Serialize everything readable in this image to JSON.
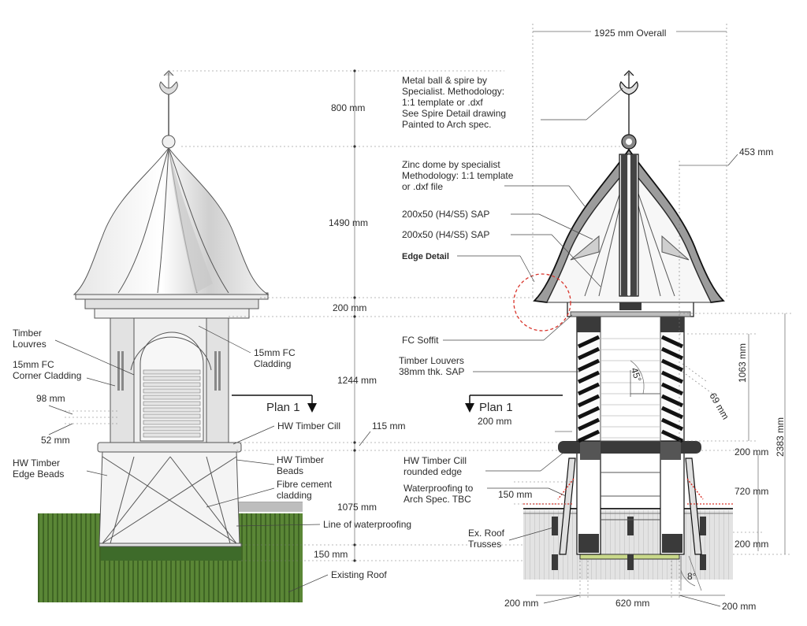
{
  "labels": {
    "timber_louvres": [
      "Timber",
      "Louvres"
    ],
    "fc_cladding_15": [
      "15mm FC",
      "Cladding"
    ],
    "fc_corner_cladding": [
      "15mm FC",
      "Corner Cladding"
    ],
    "dim_98": "98 mm",
    "dim_52": "52 mm",
    "plan_left": "Plan 1",
    "plan_right": "Plan 1",
    "hw_cill": "HW Timber Cill",
    "hw_edge_beads": [
      "HW Timber",
      "Edge Beads"
    ],
    "hw_beads": [
      "HW Timber",
      "Beads"
    ],
    "fibre_cement": [
      "Fibre cement",
      "cladding"
    ],
    "line_waterproofing": "Line of waterproofing",
    "existing_roof": "Existing Roof",
    "h_800": "800 mm",
    "h_1490": "1490 mm",
    "h_200": "200 mm",
    "h_1244": "1244 mm",
    "h_115": "115  mm",
    "h_1075": "1075 mm",
    "h_150": "150 mm",
    "overall": "1925 mm Overall",
    "spire_note": [
      "Metal ball & spire by",
      "Specialist. Methodology:",
      "1:1 template or .dxf",
      "See Spire Detail drawing",
      "Painted to Arch spec."
    ],
    "dim_453": "453 mm",
    "zinc_note": [
      "Zinc dome by specialist",
      "Methodology: 1:1 template",
      "or .dxf file"
    ],
    "sap_1": "200x50 (H4/S5) SAP",
    "sap_2": "200x50 (H4/S5) SAP",
    "edge_detail": "Edge Detail",
    "fc_soffit": "FC Soffit",
    "louvers_note": [
      "Timber Louvers",
      "38mm thk. SAP"
    ],
    "angle_45": "45°",
    "dim_69": "69 mm",
    "dim_1063": "1063 mm",
    "dim_2383": "2383 mm",
    "dim_200_r_left": "200 mm",
    "dim_200_r_cill": "200 mm",
    "hw_cill_rounded": [
      "HW Timber Cill",
      "rounded edge"
    ],
    "waterproofing_note": [
      "Waterproofing to",
      "Arch Spec. TBC"
    ],
    "dim_150_r": "150 mm",
    "dim_720": "720 mm",
    "ex_roof_trusses": [
      "Ex. Roof",
      "Trusses"
    ],
    "dim_200_r_bottom": "200 mm",
    "angle_8": "8°",
    "bottom_200_left": "200 mm",
    "bottom_620": "620 mm",
    "bottom_200_right": "200 mm"
  },
  "colors": {
    "roof_green": "#4f7a2e",
    "roof_stripe": "#3f6524",
    "dome_light": "#f2f2f2",
    "dome_shadow": "#c9c9c9",
    "section_grey": "#9a9a9a",
    "timber_dark": "#3a3a3a",
    "redline": "#d9342b",
    "ground_grey": "#d6d6d6"
  }
}
